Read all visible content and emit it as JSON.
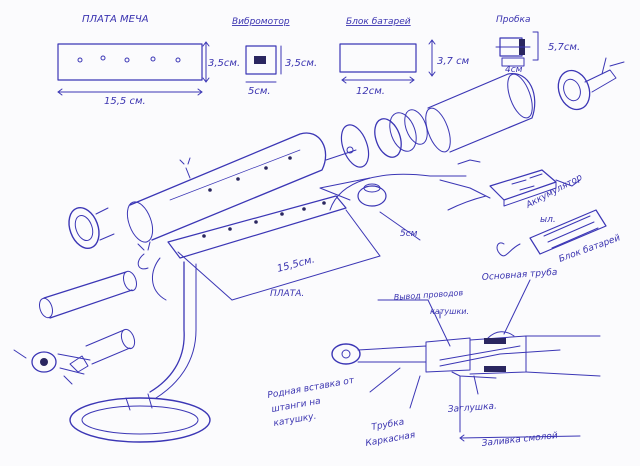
{
  "labels": {
    "board_title": "ПЛАТА МЕЧА",
    "board_height": "3,5см.",
    "board_length": "15,5 см.",
    "vibro_title": "Вибромотор",
    "vibro_height": "3,5см.",
    "vibro_width": "5см.",
    "battery_title": "Блок батарей",
    "battery_height": "3,7 см",
    "battery_length": "12см.",
    "cork_title": "Пробка",
    "cork_height": "5,7см.",
    "cork_width": "4см",
    "board_5cm": "5см",
    "board_15_5": "15,5см.",
    "board_label": "ПЛАТА.",
    "accumulator": "Аккумулятор",
    "accumulator2": "ыл.",
    "battery_block": "Блок батарей",
    "main_tube": "Основная труба",
    "coil_output": "Вывод проводов",
    "coil_output2": "катушки.",
    "insert_line1": "Родная вставка от",
    "insert_line2": "штанги на",
    "insert_line3": "катушку.",
    "frame_tube1": "Трубка",
    "frame_tube2": "Каркасная",
    "plug": "Заглушка.",
    "foam_fill": "Заливка смолой"
  },
  "colors": {
    "ink": "#3b36b5",
    "paper": "#fbfbfd"
  }
}
